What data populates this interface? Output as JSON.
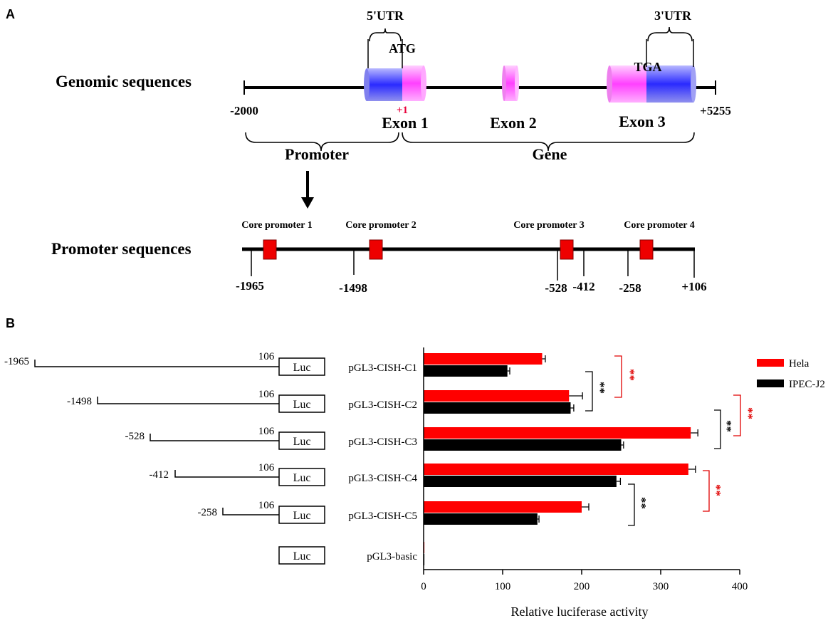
{
  "panel_a": {
    "label": "A",
    "genomic_title": "Genomic sequences",
    "utr5": "5'UTR",
    "utr3": "3'UTR",
    "atg": "ATG",
    "tga": "TGA",
    "plus1": "+1",
    "start_pos": "-2000",
    "end_pos": "+5255",
    "exon1": "Exon 1",
    "exon2": "Exon 2",
    "exon3": "Exon 3",
    "promoter": "Promoter",
    "gene": "Gene",
    "promoter_title": "Promoter sequences",
    "cores": [
      "Core promoter 1",
      "Core promoter 2",
      "Core promoter 3",
      "Core promoter 4"
    ],
    "positions": [
      "-1965",
      "-1498",
      "-528",
      "-412",
      "-258",
      "+106"
    ]
  },
  "panel_b": {
    "label": "B",
    "luc": "Luc",
    "end_label": "106",
    "constructs": [
      {
        "name": "pGL3-CISH-C1",
        "start": "-1965"
      },
      {
        "name": "pGL3-CISH-C2",
        "start": "-1498"
      },
      {
        "name": "pGL3-CISH-C3",
        "start": "-528"
      },
      {
        "name": "pGL3-CISH-C4",
        "start": "-412"
      },
      {
        "name": "pGL3-CISH-C5",
        "start": "-258"
      },
      {
        "name": "pGL3-basic",
        "start": ""
      }
    ],
    "significance": "**"
  },
  "chart_data": {
    "type": "bar",
    "orientation": "horizontal",
    "categories": [
      "pGL3-CISH-C1",
      "pGL3-CISH-C2",
      "pGL3-CISH-C3",
      "pGL3-CISH-C4",
      "pGL3-CISH-C5",
      "pGL3-basic"
    ],
    "series": [
      {
        "name": "Hela",
        "color": "#ff0000",
        "values": [
          150,
          184,
          338,
          335,
          200,
          1
        ],
        "errors": [
          4,
          17,
          9,
          9,
          9,
          0
        ]
      },
      {
        "name": "IPEC-J2",
        "color": "#000000",
        "values": [
          106,
          186,
          250,
          244,
          144,
          1
        ],
        "errors": [
          3,
          4,
          3,
          5,
          2,
          0
        ]
      }
    ],
    "xlabel": "Relative luciferase activity",
    "xlim": [
      0,
      400
    ],
    "xticks": [
      0,
      100,
      200,
      300,
      400
    ],
    "legend_position": "top-right"
  }
}
